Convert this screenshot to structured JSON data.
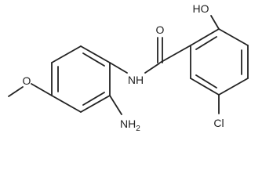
{
  "molecule": {
    "atoms": {
      "hydroxyl": "HO",
      "carbonyl_oxygen": "O",
      "amide_nitrogen": "NH",
      "chlorine": "Cl",
      "amino_group": "NH",
      "amino_subscript": "2",
      "methoxy_oxygen": "O"
    }
  }
}
